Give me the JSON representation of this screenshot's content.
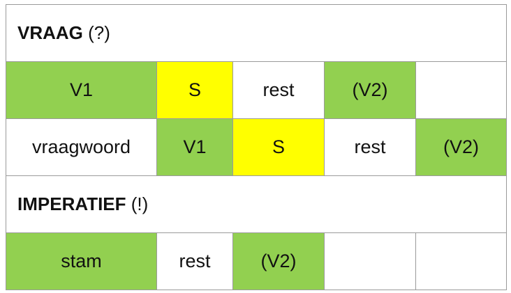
{
  "colors": {
    "green": "#92d050",
    "yellow": "#ffff00",
    "white": "#ffffff",
    "border": "#9a9a9a"
  },
  "sections": [
    {
      "title": "VRAAG",
      "symbol": "(?)",
      "rows": [
        [
          {
            "text": "V1",
            "color": "green"
          },
          {
            "text": "S",
            "color": "yellow"
          },
          {
            "text": "rest",
            "color": "white"
          },
          {
            "text": "(V2)",
            "color": "green"
          },
          {
            "text": "",
            "color": "white"
          }
        ],
        [
          {
            "text": "vraagwoord",
            "color": "white"
          },
          {
            "text": "V1",
            "color": "green"
          },
          {
            "text": "S",
            "color": "yellow"
          },
          {
            "text": "rest",
            "color": "white"
          },
          {
            "text": "(V2)",
            "color": "green"
          }
        ]
      ]
    },
    {
      "title": "IMPERATIEF",
      "symbol": "(!)",
      "rows": [
        [
          {
            "text": "stam",
            "color": "green"
          },
          {
            "text": "rest",
            "color": "white"
          },
          {
            "text": "(V2)",
            "color": "green"
          },
          {
            "text": "",
            "color": "white"
          },
          {
            "text": "",
            "color": "white"
          }
        ]
      ]
    }
  ]
}
